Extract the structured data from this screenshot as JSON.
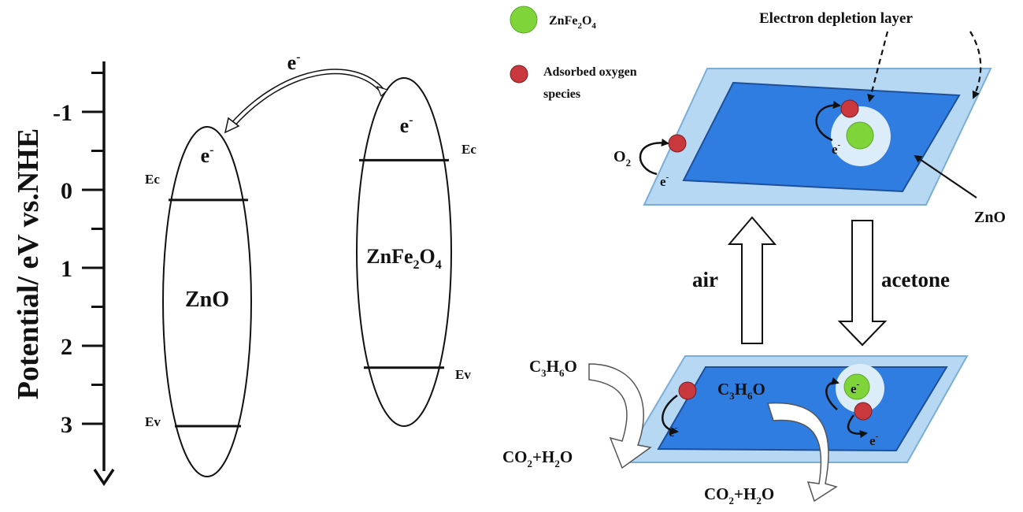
{
  "axis": {
    "label": "Potential/ eV vs.NHE",
    "ticks": [
      {
        "label": "-1",
        "value": -1
      },
      {
        "label": "0",
        "value": 0
      },
      {
        "label": "1",
        "value": 1
      },
      {
        "label": "2",
        "value": 2
      },
      {
        "label": "3",
        "value": 3
      }
    ]
  },
  "band_diagram": {
    "zno": {
      "name": "ZnO",
      "ec_label": "Ec",
      "ev_label": "Ev",
      "ec": 0.13,
      "ev": 3.03
    },
    "znfe2o4": {
      "name_base": "ZnFe",
      "name_sub1": "2",
      "name_mid": "O",
      "name_sub2": "4",
      "ec_label": "Ec",
      "ev_label": "Ev",
      "ec": -0.38,
      "ev": 2.28
    },
    "electron": "e",
    "electron_sup": "-"
  },
  "legend": {
    "znfe2o4": {
      "base": "ZnFe",
      "sub1": "2",
      "mid": "O",
      "sub2": "4",
      "color": "#7fd43a"
    },
    "oxygen": {
      "line1": "Adsorbed oxygen",
      "line2": "species",
      "color": "#c8383d"
    }
  },
  "schematic": {
    "depletion_label": "Electron depletion layer",
    "zno_label": "ZnO",
    "o2_base": "O",
    "o2_sub": "2",
    "air_label": "air",
    "acetone_label": "acetone",
    "acetone_formula": {
      "c": "C",
      "c_sub": "3",
      "h": "H",
      "h_sub": "6",
      "o": "O"
    },
    "products": {
      "co": "CO",
      "co_sub": "2",
      "rest": "+H",
      "h_sub": "2",
      "o": "O"
    },
    "plate_outer_color": "#b7d8f3",
    "plate_inner_color": "#2f7de0",
    "shell_color": "#dcecf9"
  }
}
